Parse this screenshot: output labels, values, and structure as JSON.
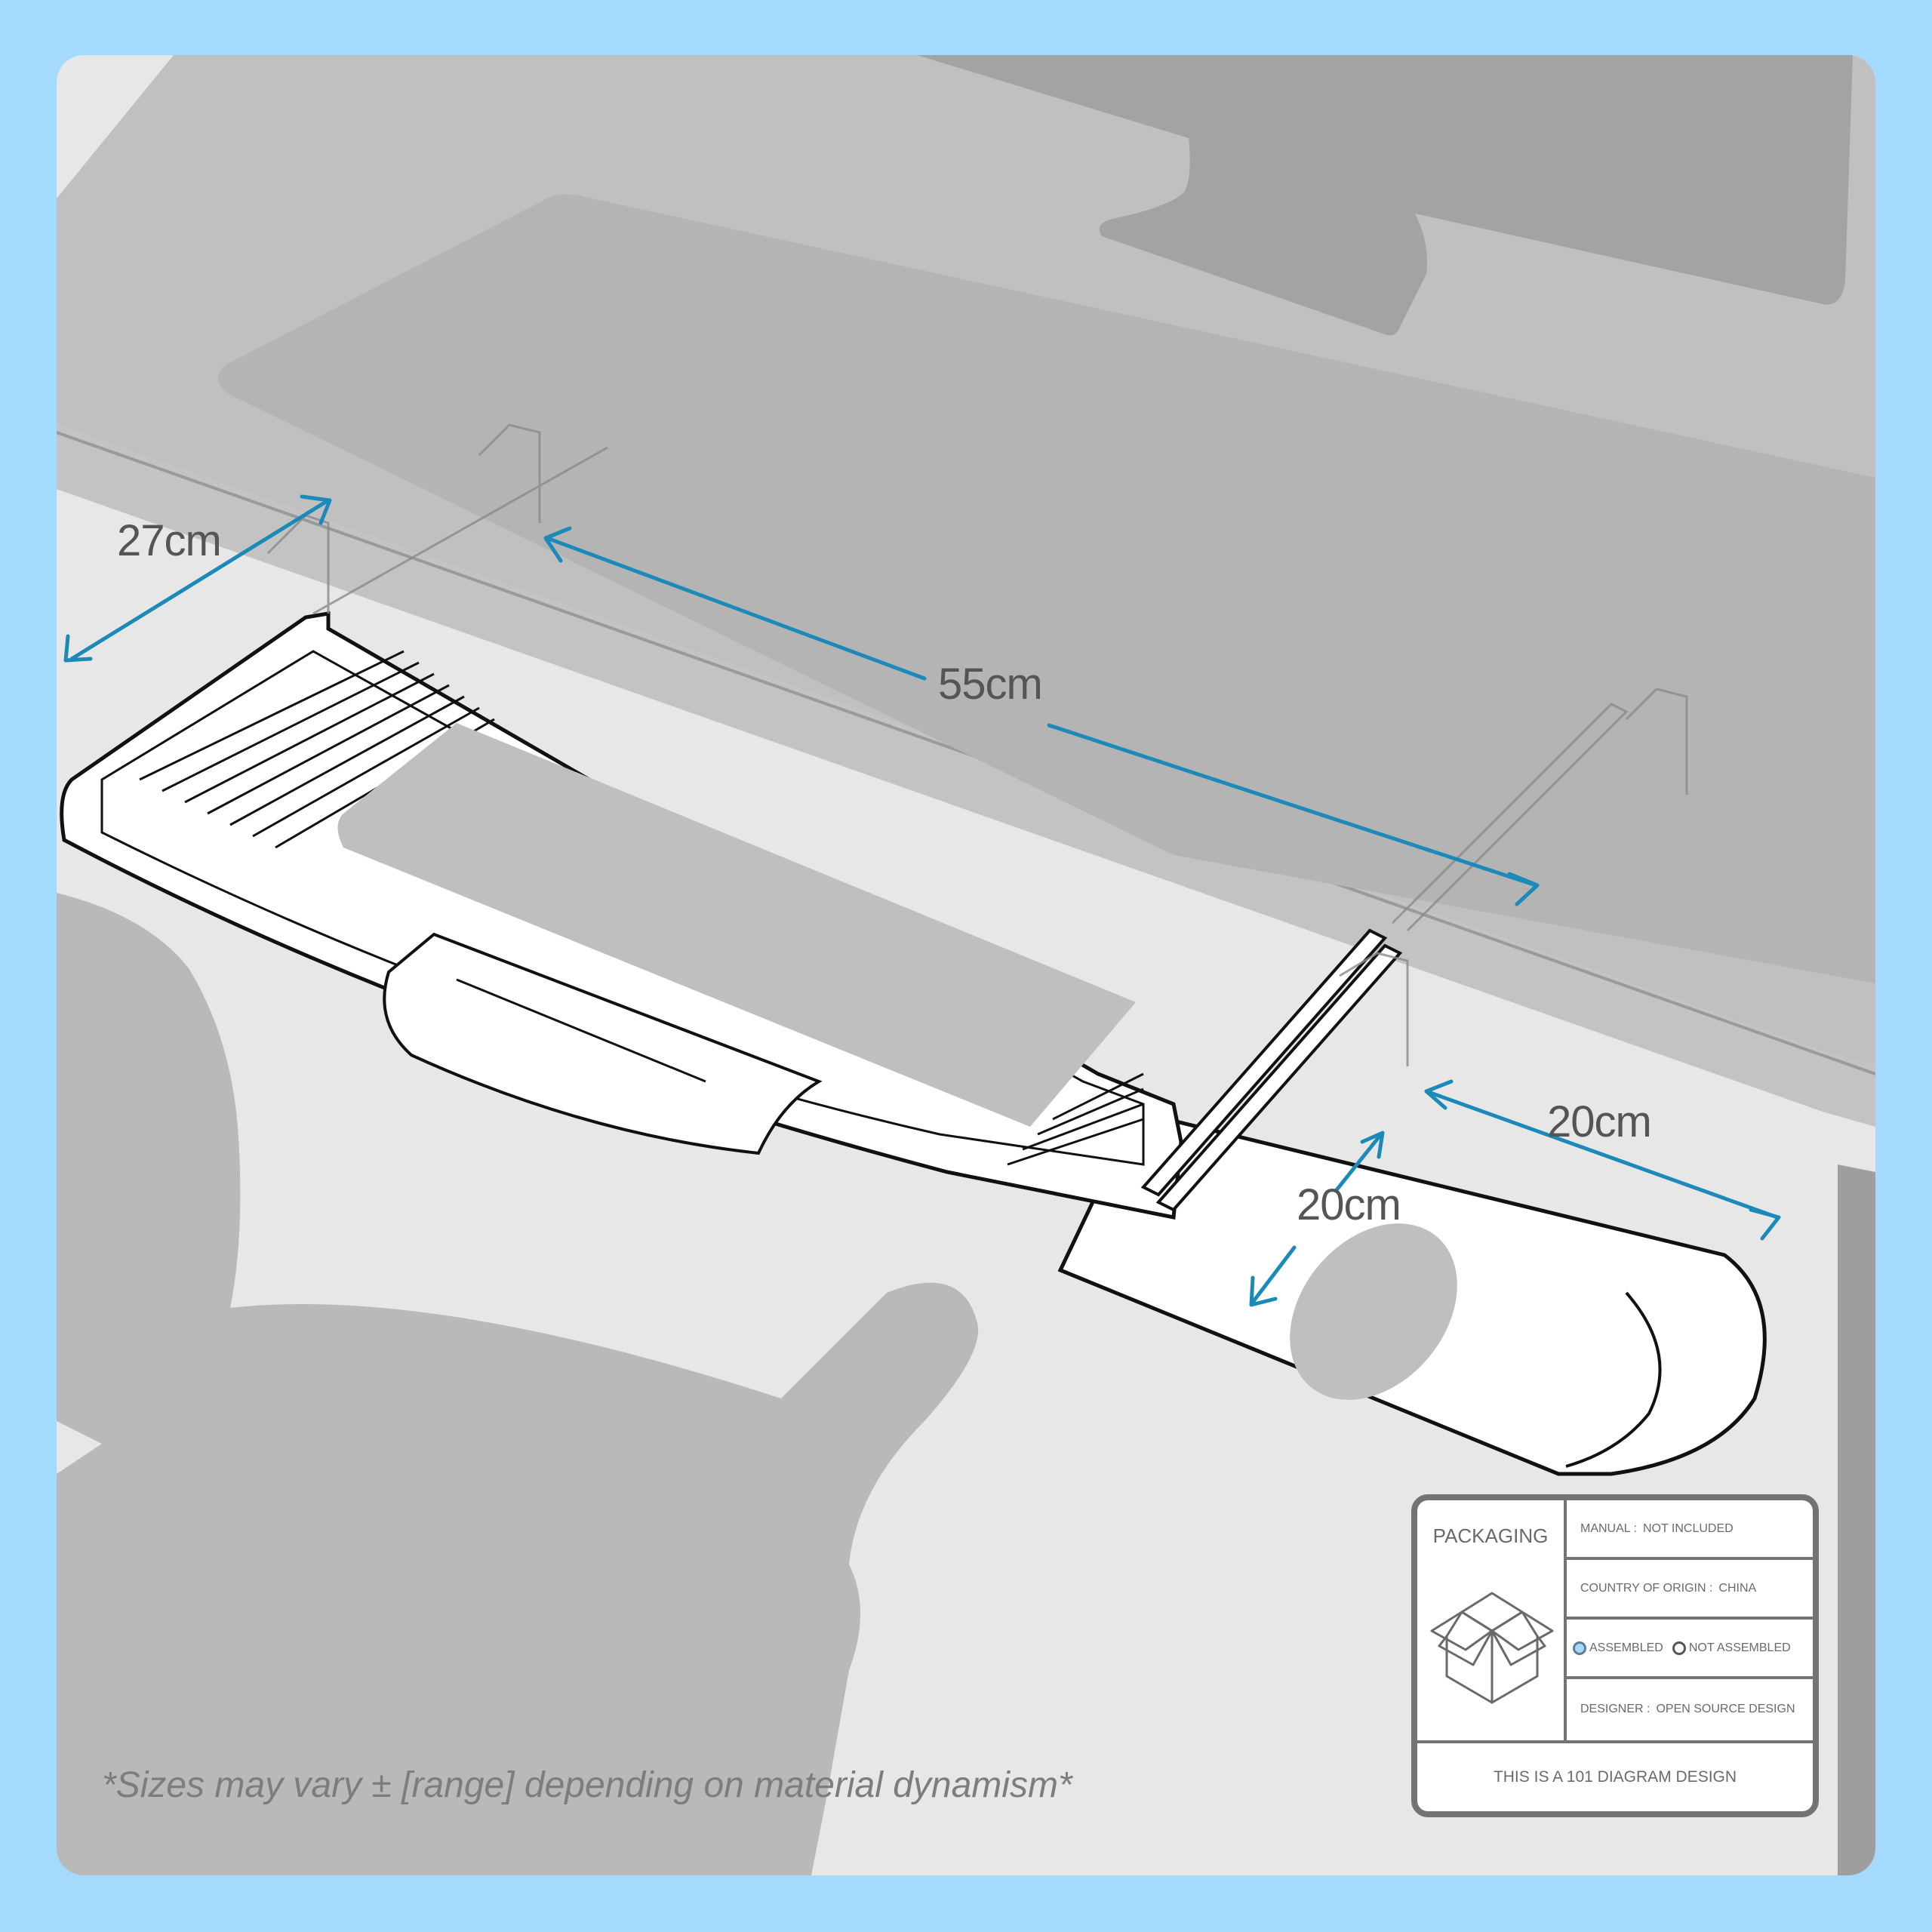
{
  "colors": {
    "frame_background": "#a5daff",
    "scene_floor": "#e7e7e7",
    "desk_top": "#c0c0c0",
    "desk_mat": "#b4b4b4",
    "monitor": "#a3a3a3",
    "silhouette": "#b9b9b9",
    "dimension_arrow": "#1b8ab8",
    "label_text": "#555555"
  },
  "dimensions": {
    "depth": "27cm",
    "width": "55cm",
    "mouse_tray_extension": "20cm",
    "mouse_tray_width": "20cm"
  },
  "footnote": "*Sizes may vary ± [range] depending on material dynamism*",
  "packaging": {
    "title": "PACKAGING",
    "icon": "open-box-icon",
    "manual_key": "MANUAL :",
    "manual_value": "NOT INCLUDED",
    "origin_key": "COUNTRY OF ORIGIN :",
    "origin_value": "CHINA",
    "assembly_options": [
      {
        "label": "ASSEMBLED",
        "selected": true
      },
      {
        "label": "NOT ASSEMBLED",
        "selected": false
      }
    ],
    "designer_key": "DESIGNER :",
    "designer_value": "OPEN SOURCE DESIGN",
    "footer": "THIS IS A 101 DIAGRAM DESIGN"
  }
}
